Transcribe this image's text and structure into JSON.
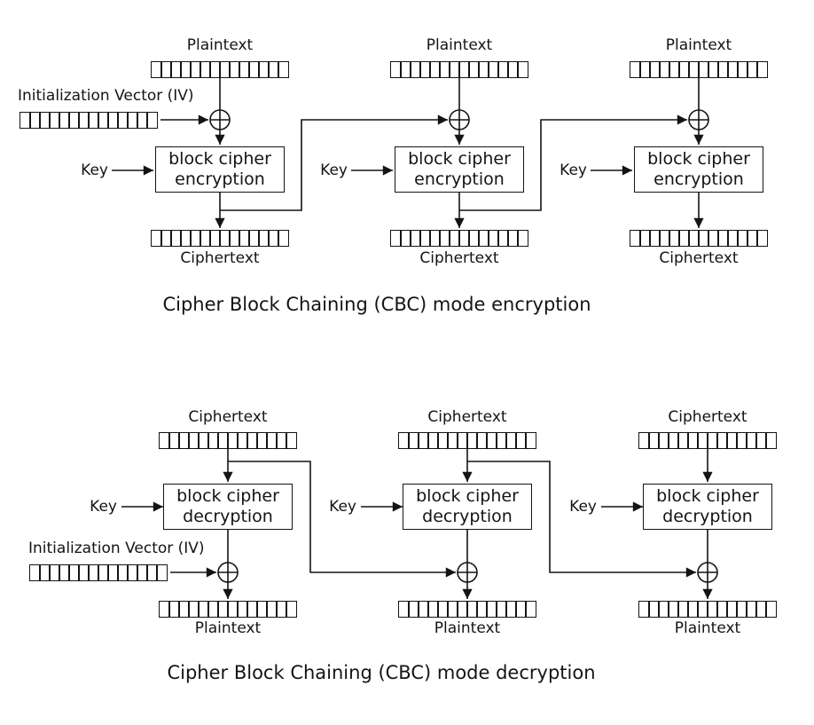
{
  "diagram": {
    "background_color": "#ffffff",
    "ink_color": "#141414",
    "cells_per_block": 14,
    "encryption": {
      "title": "Cipher Block Chaining (CBC) mode encryption",
      "input_label": "Plaintext",
      "output_label": "Ciphertext",
      "iv_label": "Initialization Vector (IV)",
      "key_label": "Key",
      "box_line1": "block cipher",
      "box_line2": "encryption",
      "xor_symbol": "xor-plus-in-circle"
    },
    "decryption": {
      "title": "Cipher Block Chaining (CBC) mode decryption",
      "input_label": "Ciphertext",
      "output_label": "Plaintext",
      "iv_label": "Initialization Vector (IV)",
      "key_label": "Key",
      "box_line1": "block cipher",
      "box_line2": "decryption",
      "xor_symbol": "xor-plus-in-circle"
    }
  }
}
